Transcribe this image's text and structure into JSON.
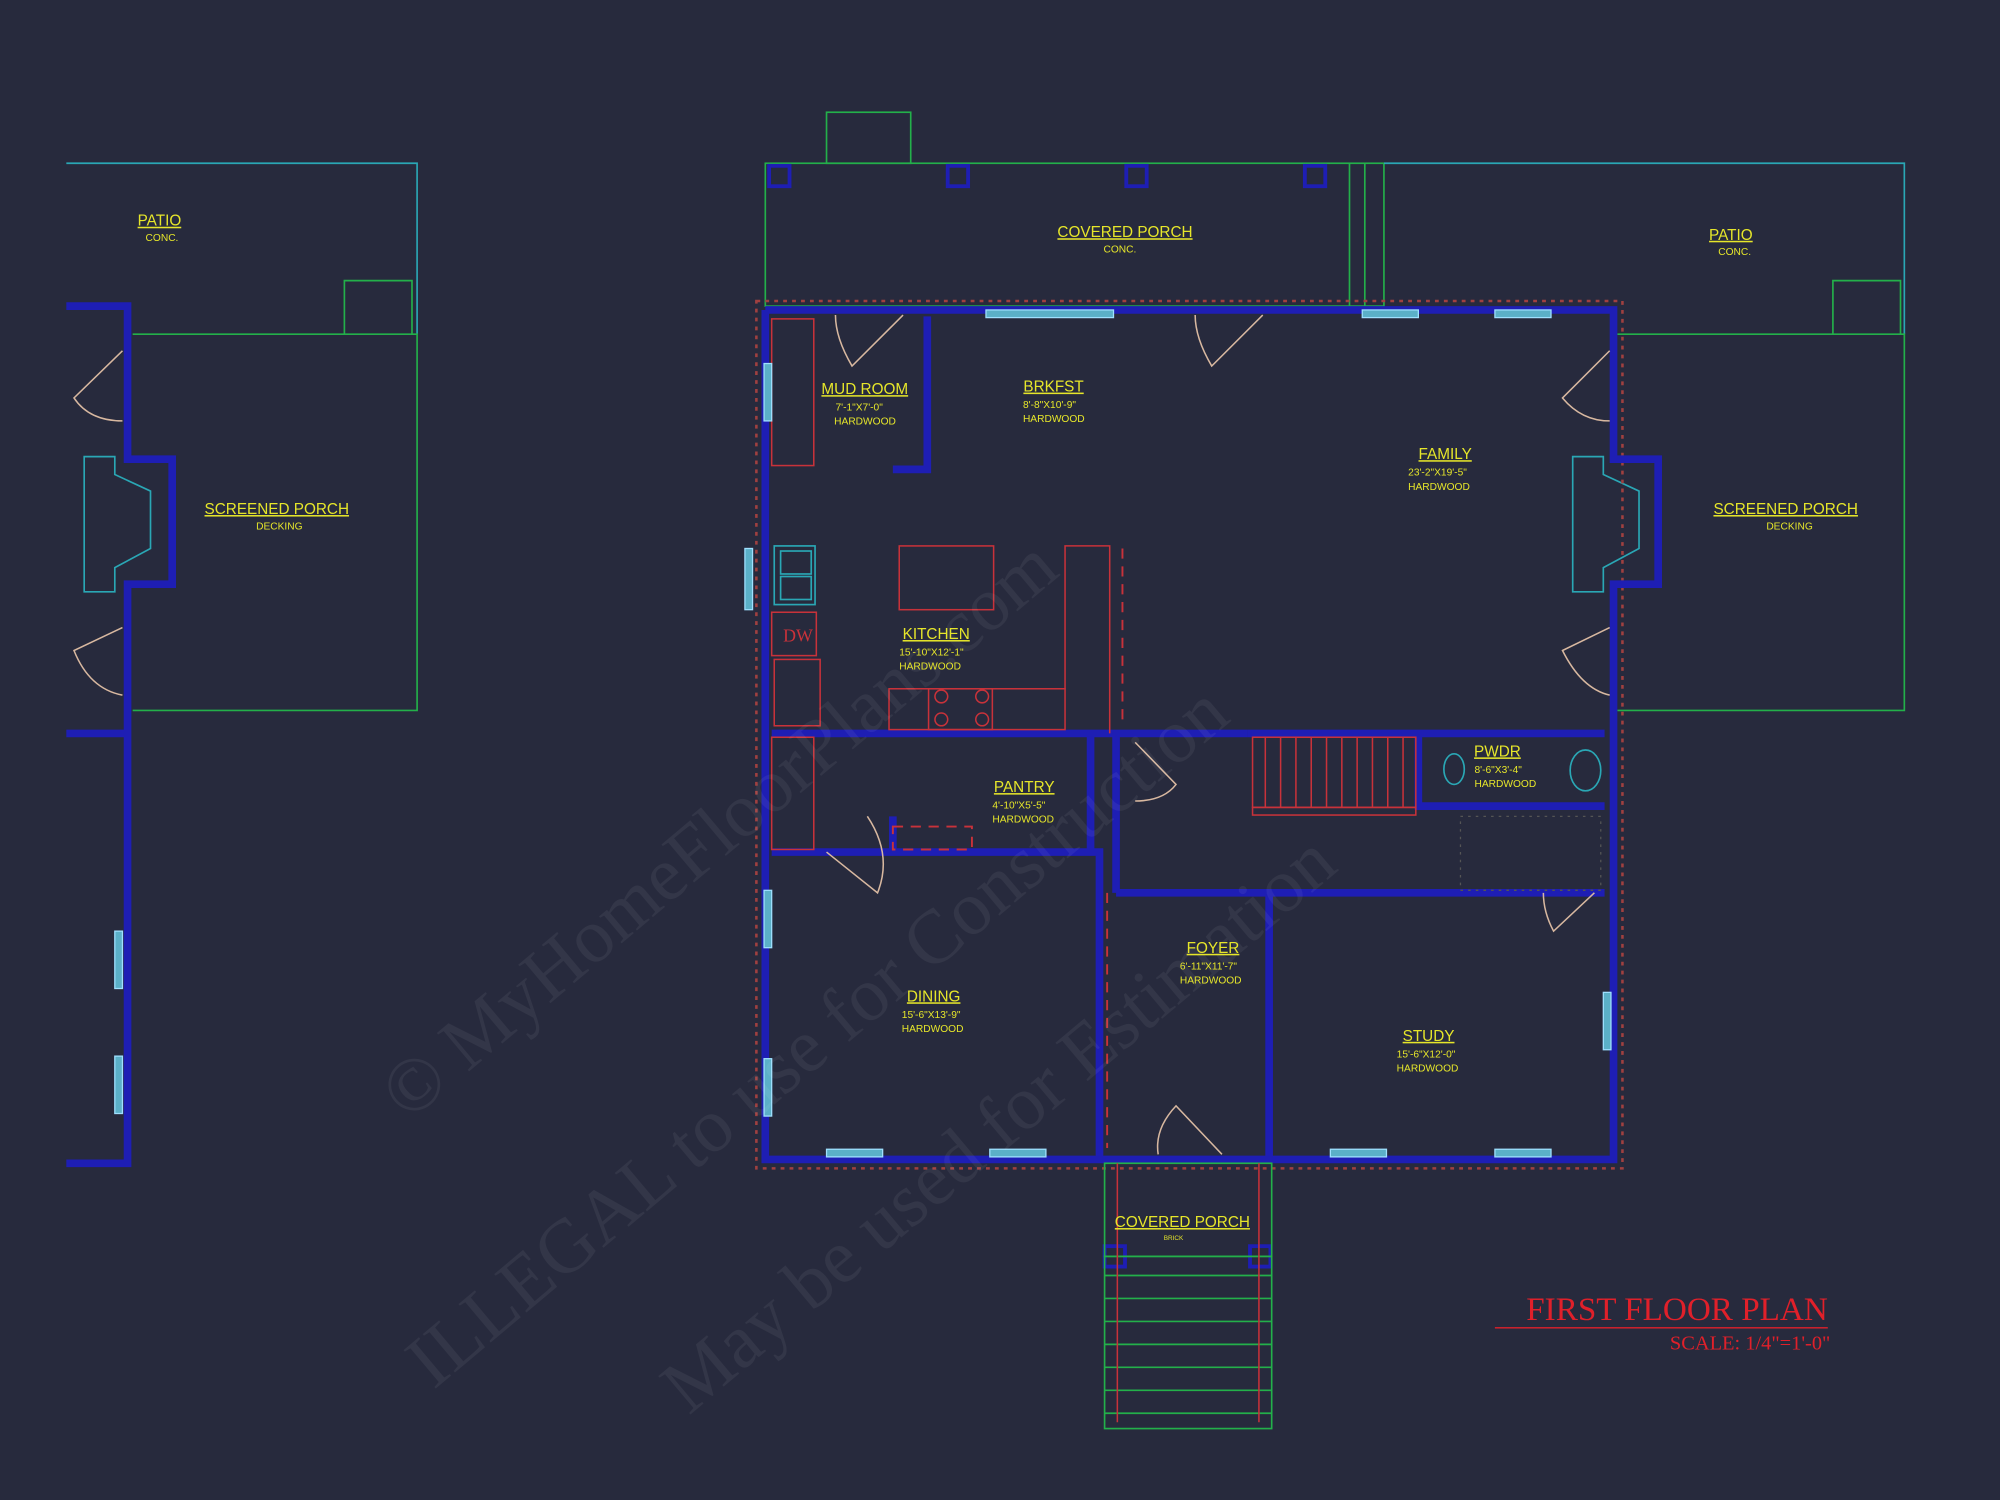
{
  "drawing": {
    "title": "FIRST FLOOR PLAN",
    "scale": "SCALE: 1/4\"=1'-0\"",
    "colors": {
      "background": "#272a3d",
      "walls": "#1e1eb4",
      "labels": "#e6e62a",
      "title": "#e0202a",
      "porch_lines": "#23b04a",
      "fixtures": "#2aa7b5"
    }
  },
  "rooms": {
    "patio_left": {
      "name": "PATIO",
      "note": "CONC."
    },
    "screened_porch_left": {
      "name": "SCREENED PORCH",
      "note": "DECKING"
    },
    "covered_porch_rear": {
      "name": "COVERED PORCH",
      "note": "CONC."
    },
    "patio_right": {
      "name": "PATIO",
      "note": "CONC."
    },
    "screened_porch_right": {
      "name": "SCREENED PORCH",
      "note": "DECKING"
    },
    "mud_room": {
      "name": "MUD ROOM",
      "size": "7'-1\"X7'-0\"",
      "floor": "HARDWOOD"
    },
    "brkfst": {
      "name": "BRKFST",
      "size": "8'-8\"X10'-9\"",
      "floor": "HARDWOOD"
    },
    "family": {
      "name": "FAMILY",
      "size": "23'-2\"X19'-5\"",
      "floor": "HARDWOOD"
    },
    "kitchen": {
      "name": "KITCHEN",
      "size": "15'-10\"X12'-1\"",
      "floor": "HARDWOOD"
    },
    "pantry": {
      "name": "PANTRY",
      "size": "4'-10\"X5'-5\"",
      "floor": "HARDWOOD"
    },
    "pwdr": {
      "name": "PWDR",
      "size": "8'-6\"X3'-4\"",
      "floor": "HARDWOOD"
    },
    "foyer": {
      "name": "FOYER",
      "size": "6'-11\"X11'-7\"",
      "floor": "HARDWOOD"
    },
    "dining": {
      "name": "DINING",
      "size": "15'-6\"X13'-9\"",
      "floor": "HARDWOOD"
    },
    "study": {
      "name": "STUDY",
      "size": "15'-6\"X12'-0\"",
      "floor": "HARDWOOD"
    },
    "covered_porch_front": {
      "name": "COVERED PORCH",
      "note": "BRICK"
    }
  },
  "fixtures": {
    "dishwasher": "DW"
  },
  "watermark": [
    "© MyHomeFloorPlans.com",
    "ILLEGAL to use for Construction",
    "May be used for Estimation"
  ]
}
